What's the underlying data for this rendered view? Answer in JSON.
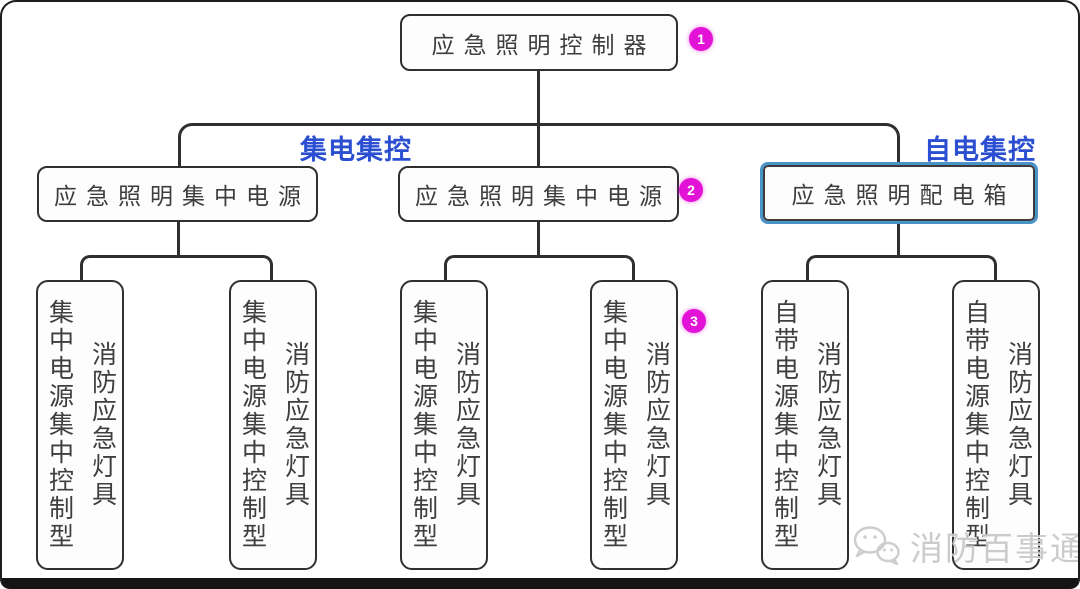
{
  "colors": {
    "line": "#2f2f2f",
    "badge_background": "#e212d7",
    "branch_label_blue": "#2b4fd0",
    "highlight_border_blue": "#4a93c8",
    "watermark_gray": "#c6c6c6"
  },
  "root": {
    "label": "应急照明控制器",
    "badge": "1"
  },
  "branch_labels": {
    "left": "集电集控",
    "right": "自电集控"
  },
  "level2": [
    {
      "label": "应急照明集中电源"
    },
    {
      "label": "应急照明集中电源",
      "badge": "2"
    },
    {
      "label": "应急照明配电箱",
      "highlighted": true
    }
  ],
  "level3_badge": "3",
  "level3": [
    {
      "col1": "集中电源集中控制型",
      "col2": "消防应急灯具"
    },
    {
      "col1": "集中电源集中控制型",
      "col2": "消防应急灯具"
    },
    {
      "col1": "集中电源集中控制型",
      "col2": "消防应急灯具"
    },
    {
      "col1": "集中电源集中控制型",
      "col2": "消防应急灯具"
    },
    {
      "col1": "自带电源集中控制型",
      "col2": "消防应急灯具"
    },
    {
      "col1": "自带电源集中控制型",
      "col2": "消防应急灯具"
    }
  ],
  "watermark": {
    "icon": "wechat-icon",
    "text": "消防百事通"
  }
}
